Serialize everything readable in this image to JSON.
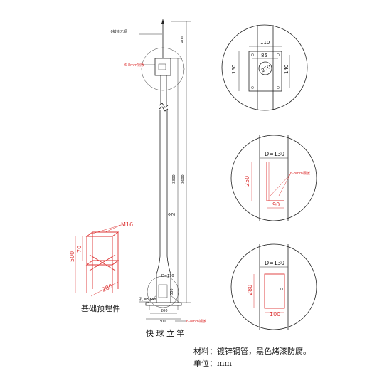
{
  "labels": {
    "rod_note": "Ⅰ0镀锌元钢",
    "plate_note_top": "6-8mm钢板",
    "plate_note_base": "6-8mm钢板",
    "bolt_note": "孔 Φ5X48",
    "upper_dia": "Φ76",
    "pole_len_inner": "3300",
    "pole_len_outer": "3600",
    "top_gap": "400",
    "base_w1": "200",
    "base_w2": "300",
    "door_d_small": "D=130",
    "door_h_small": "880"
  },
  "detail_top": {
    "w_outer": "110",
    "w_inner": "85",
    "h_outer": "160",
    "h_inner": "140",
    "disc_label": "250"
  },
  "detail_mid": {
    "diameter": "D=130",
    "height": "250",
    "width": "90",
    "note": "6-8mm钢板"
  },
  "detail_bot": {
    "diameter": "D=130",
    "height": "280",
    "width": "100"
  },
  "embed": {
    "bolt": "M16",
    "h_outer": "500",
    "h_inner": "70",
    "w": "280",
    "caption": "基础预埋件"
  },
  "main_caption": "快 球 立 竿",
  "material_note": "材料：镀锌钢管，黑色烤漆防腐。",
  "unit_note": "单位：mm"
}
